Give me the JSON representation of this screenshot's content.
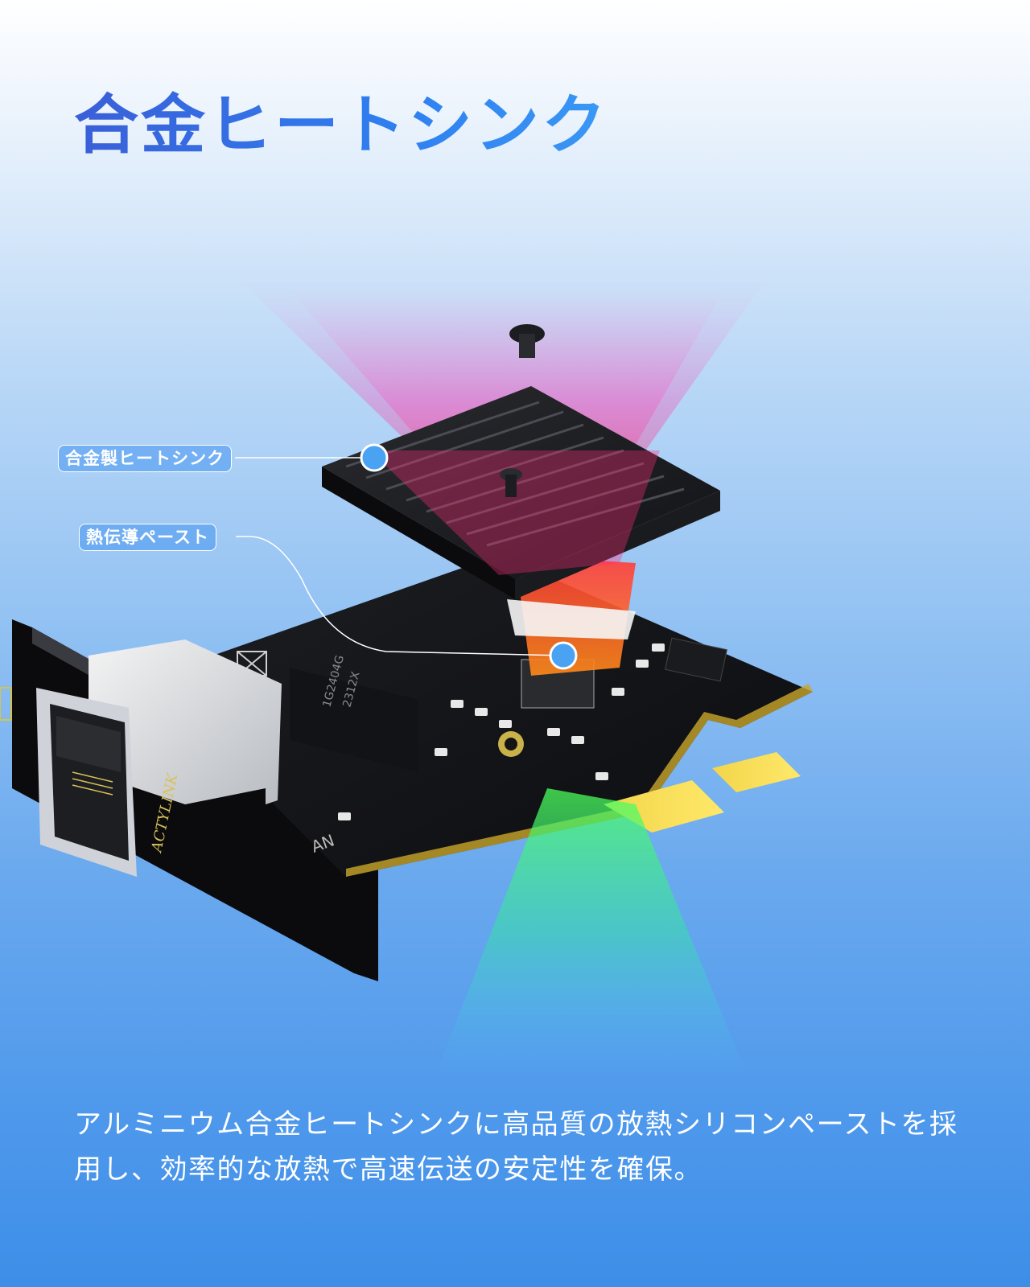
{
  "title": "合金ヒートシンク",
  "callouts": {
    "heatsink": "合金製ヒートシンク",
    "paste": "熱伝導ペースト"
  },
  "board": {
    "brand": "ACTYLINK",
    "chip_marking_1": "1G2404G",
    "chip_marking_2": "2312X",
    "side_label": "AN"
  },
  "description": "アルミニウム合金ヒートシンクに高品質の放熱シリコンペーストを採用し、効率的な放熱で高速伝送の安定性を確保。",
  "colors": {
    "title": "#2f6fe0",
    "callout_dot": "#4aa3f2",
    "heat_top": "#ff2fa0",
    "heat_chip": "#ff6a1a",
    "cool_bottom": "#39e86a"
  }
}
